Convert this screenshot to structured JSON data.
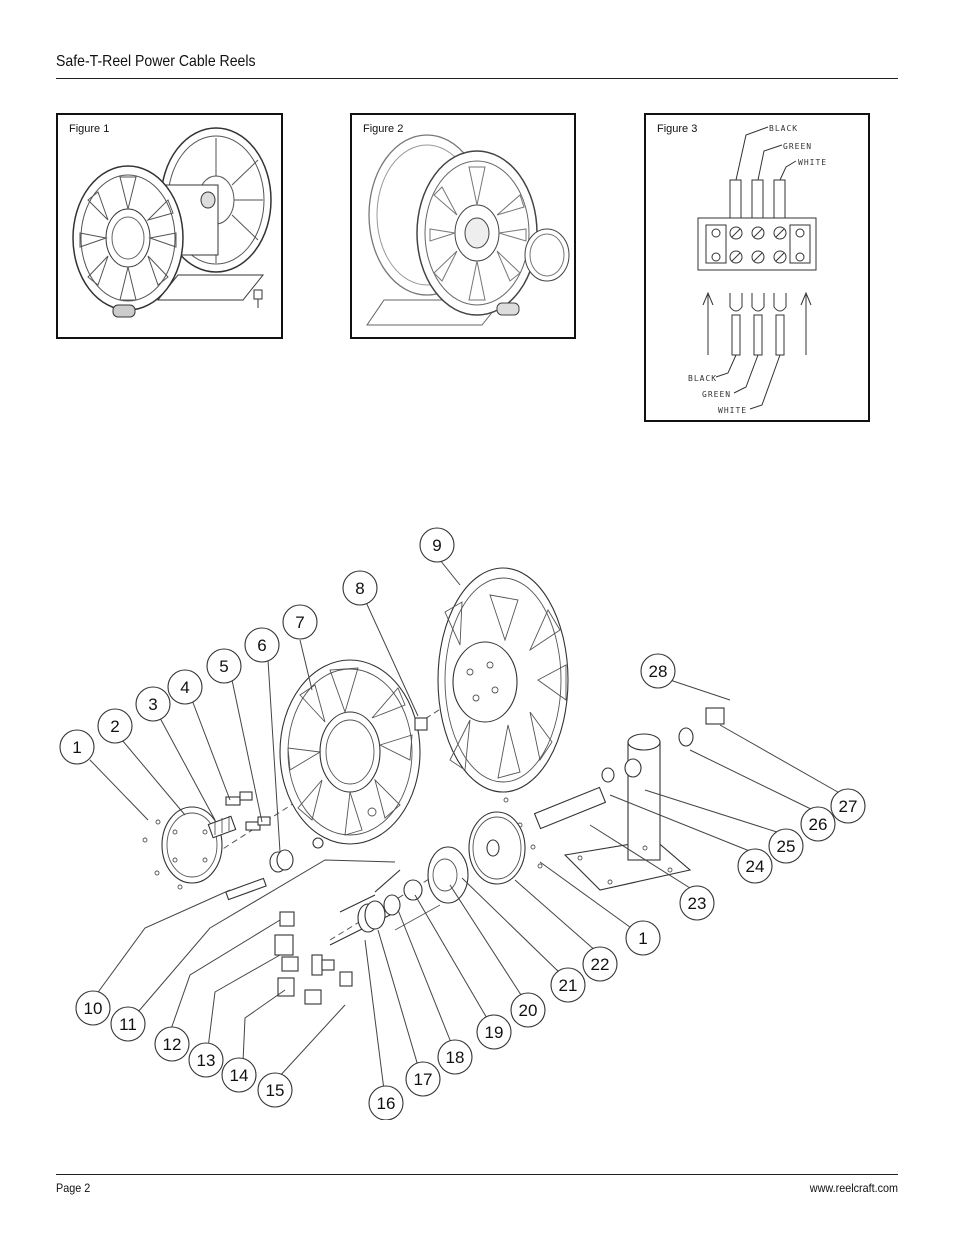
{
  "header": {
    "title": "Safe-T-Reel Power Cable Reels"
  },
  "figures": [
    {
      "label": "Figure 1"
    },
    {
      "label": "Figure 2"
    },
    {
      "label": "Figure 3",
      "top_labels": [
        "BLACK",
        "GREEN",
        "WHITE"
      ],
      "bottom_labels": [
        "BLACK",
        "GREEN",
        "WHITE"
      ]
    }
  ],
  "callouts": [
    "1",
    "2",
    "3",
    "4",
    "5",
    "6",
    "7",
    "8",
    "9",
    "10",
    "11",
    "12",
    "13",
    "14",
    "15",
    "16",
    "17",
    "18",
    "19",
    "20",
    "21",
    "22",
    "23",
    "24",
    "25",
    "26",
    "27",
    "28",
    "1"
  ],
  "footer": {
    "page": "Page 2",
    "url": "www.reelcraft.com"
  }
}
